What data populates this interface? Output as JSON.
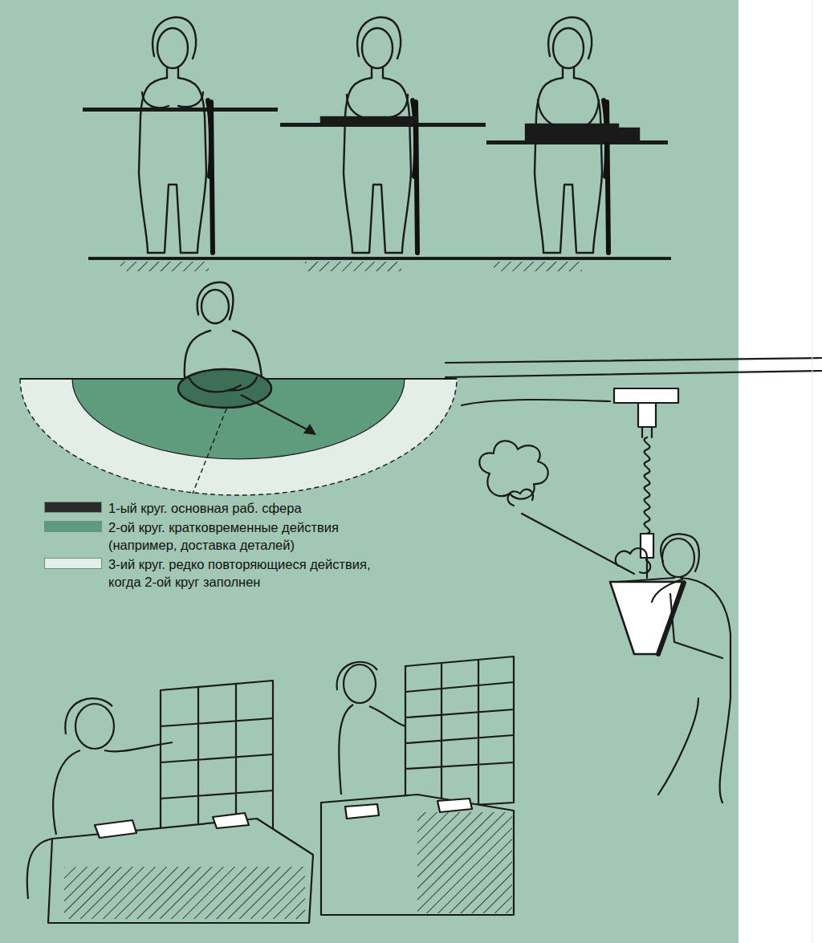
{
  "diagram": {
    "legend": [
      {
        "text": "1-ый круг. основная раб. сфера",
        "color": "#2b2b2b"
      },
      {
        "text": "2-ой круг. кратковременные действия (например, доставка деталей)",
        "color": "#5f9b7d"
      },
      {
        "text": "3-ий круг. редко повторяющиеся действия, когда 2-ой круг заполнен",
        "color": "#e4eee8"
      }
    ]
  }
}
